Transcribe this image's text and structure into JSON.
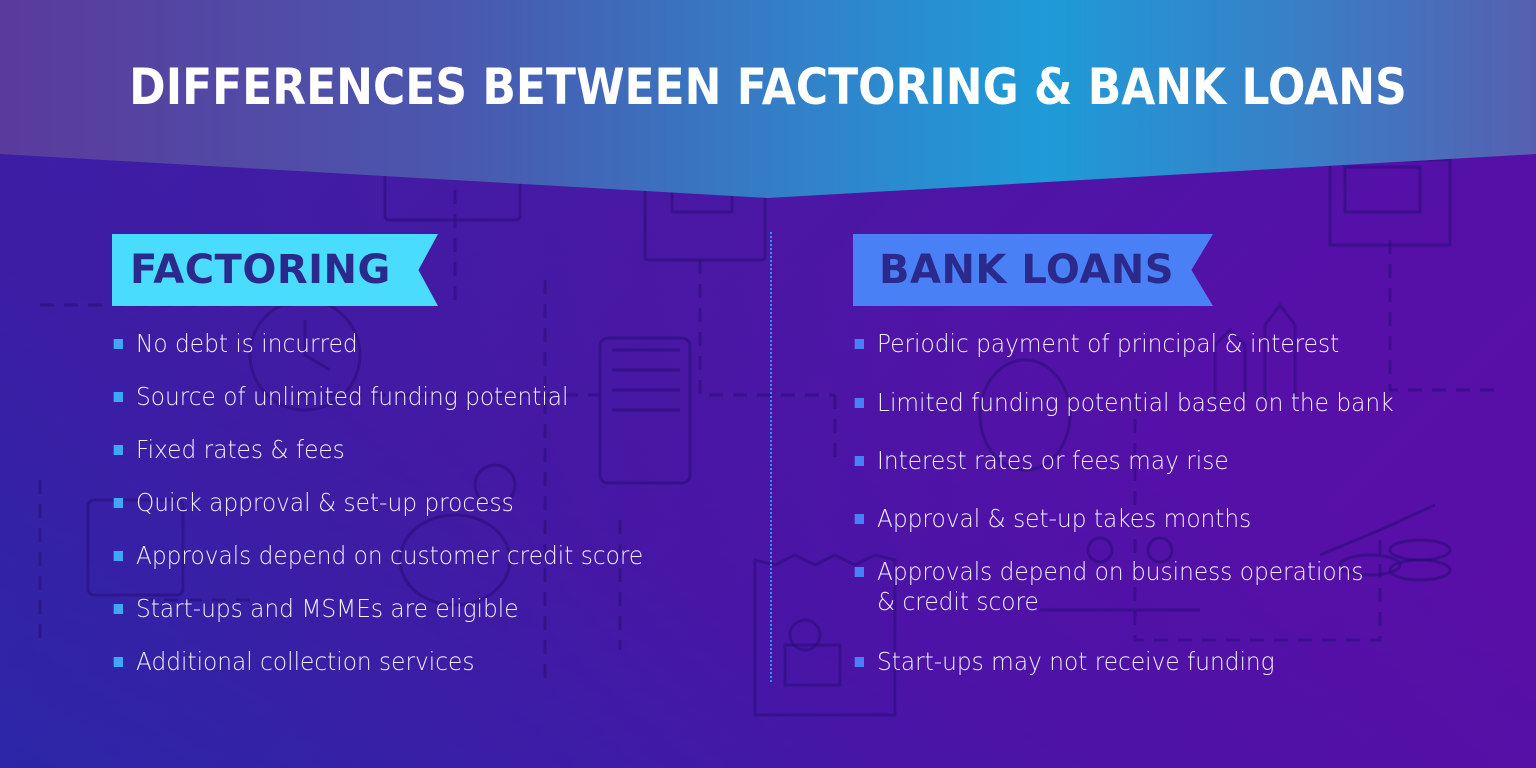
{
  "title": "DIFFERENCES BETWEEN FACTORING & BANK LOANS",
  "colors": {
    "factoring_ribbon": "#4adcfc",
    "bank_ribbon": "#4a80f5",
    "ribbon_text": "#2b2a8c",
    "banner_center": "#1e9bd8",
    "background": "#4a18a4",
    "divider": "#3f8af0"
  },
  "factoring": {
    "heading": "FACTORING",
    "items": [
      "No debt is incurred",
      "Source of unlimited funding potential",
      "Fixed rates & fees",
      "Quick approval & set-up process",
      "Approvals depend on customer credit score",
      "Start-ups and MSMEs are eligible",
      "Additional collection services"
    ]
  },
  "bank_loans": {
    "heading": "BANK LOANS",
    "items": [
      "Periodic payment of principal & interest",
      "Limited funding potential based on the bank",
      "Interest rates or fees may rise",
      "Approval & set-up takes months",
      "Approvals depend on business operations",
      "& credit score",
      "Start-ups may not receive funding"
    ]
  },
  "icons": [
    "calculator-icon",
    "clock-icon",
    "mobile-checklist-icon",
    "money-bag-icon",
    "banknote-icon",
    "growth-arrows-icon",
    "coin-stack-icon",
    "piggy-bank-icon",
    "wallet-icon",
    "receipt-truck-icon",
    "scale-icon"
  ]
}
